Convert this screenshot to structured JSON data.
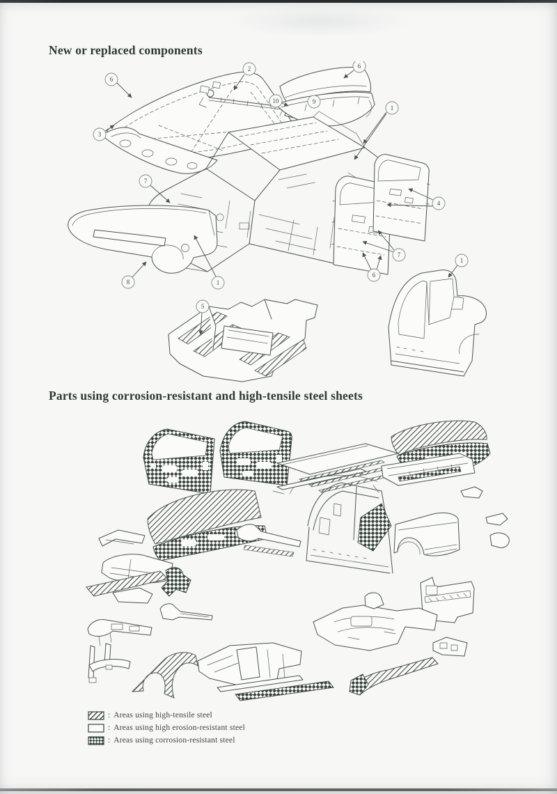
{
  "page": {
    "section1_title": "New or replaced components",
    "section2_title": "Parts using corrosion-resistant and high-tensile steel sheets"
  },
  "top_diagram": {
    "description": "Exploded line drawing of sedan body: hood, wiper linkage, trunk lid, body shell, doors, bumper, floor panel, body side frame",
    "callouts": [
      {
        "label": "6"
      },
      {
        "label": "2"
      },
      {
        "label": "10"
      },
      {
        "label": "9"
      },
      {
        "label": "6"
      },
      {
        "label": "1"
      },
      {
        "label": "3"
      },
      {
        "label": "7"
      },
      {
        "label": "4"
      },
      {
        "label": "7"
      },
      {
        "label": "6"
      },
      {
        "label": "8"
      },
      {
        "label": "1"
      },
      {
        "label": "5"
      },
      {
        "label": "1"
      }
    ]
  },
  "legend": {
    "separator": ":",
    "items": [
      {
        "swatch": "diagonal-hatch",
        "label": "Areas using high-tensile steel"
      },
      {
        "swatch": "plain",
        "label": "Areas using high erosion-resistant steel"
      },
      {
        "swatch": "cross-hatch",
        "label": "Areas using corrosion-resistant steel"
      }
    ]
  },
  "colors": {
    "ink": "#4a554f",
    "title": "#2d3934",
    "checker": "#39443e",
    "paper": "#f7f7f5"
  }
}
